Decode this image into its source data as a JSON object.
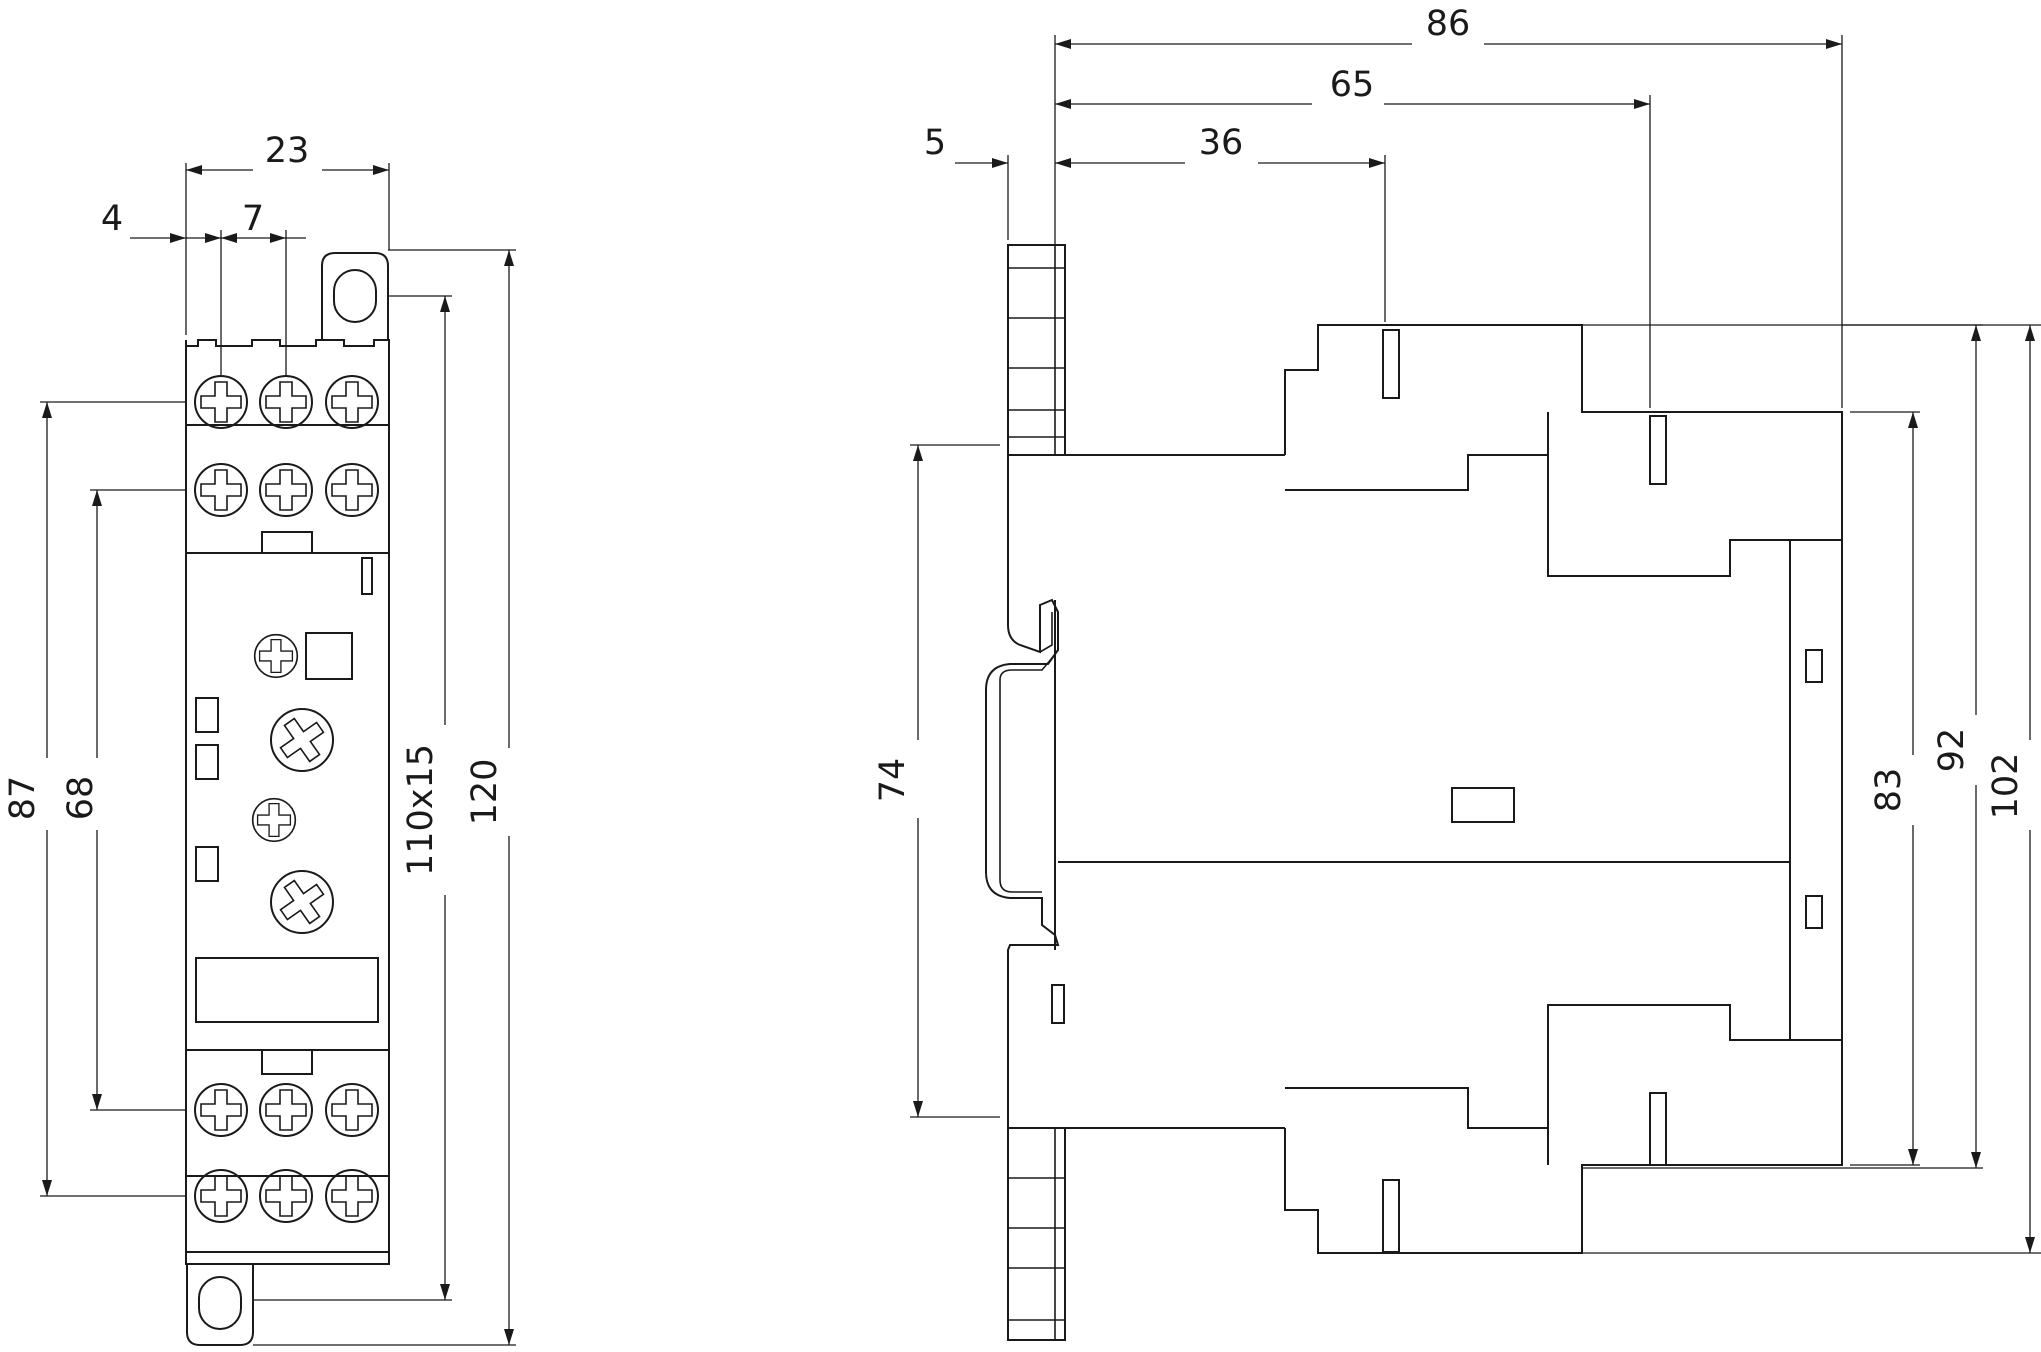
{
  "front_view": {
    "dimensions": {
      "width_overall": "23",
      "pitch_offset": "4",
      "terminal_pitch": "7",
      "height_outer_terminals": "87",
      "height_inner_terminals": "68",
      "mounting_holes": "110x15",
      "height_overall": "120"
    }
  },
  "side_view": {
    "dimensions": {
      "depth_overall": "86",
      "depth_mid": "65",
      "depth_front": "36",
      "rail_offset": "5",
      "rail_height": "74",
      "height_inner": "83",
      "height_mid": "92",
      "height_overall": "102"
    }
  },
  "colors": {
    "line": "#1a1a1a",
    "background": "#ffffff"
  }
}
